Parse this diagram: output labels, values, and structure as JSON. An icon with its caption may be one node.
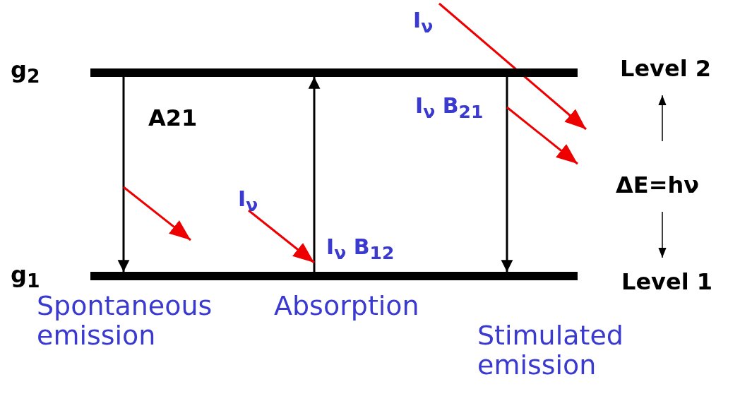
{
  "diagram": {
    "nodes": [
      {
        "text": [],
        "shape": "bar",
        "beside": [
          "g$_{2}$",
          "Level 2"
        ]
      },
      {
        "text": [],
        "shape": "bar",
        "beside": [
          "g$_{1}$",
          "Level 1"
        ]
      }
    ],
    "edges": [
      {
        "from": 0,
        "to": 1,
        "arrow": "to",
        "label": "A21"
      },
      {
        "from": 1,
        "to": 0,
        "arrow": "to",
        "label": "I$_{ν}$ B$_{12}$"
      },
      {
        "from": 0,
        "to": 1,
        "arrow": "to",
        "label": "I$_{ν}$ B$_{21}$"
      }
    ],
    "labels": [
      "I$_{ν}$",
      "ΔE=hν",
      "I$_{ν}$",
      "Spontaneous emission",
      "Absorption",
      "Stimulated emission"
    ]
  }
}
